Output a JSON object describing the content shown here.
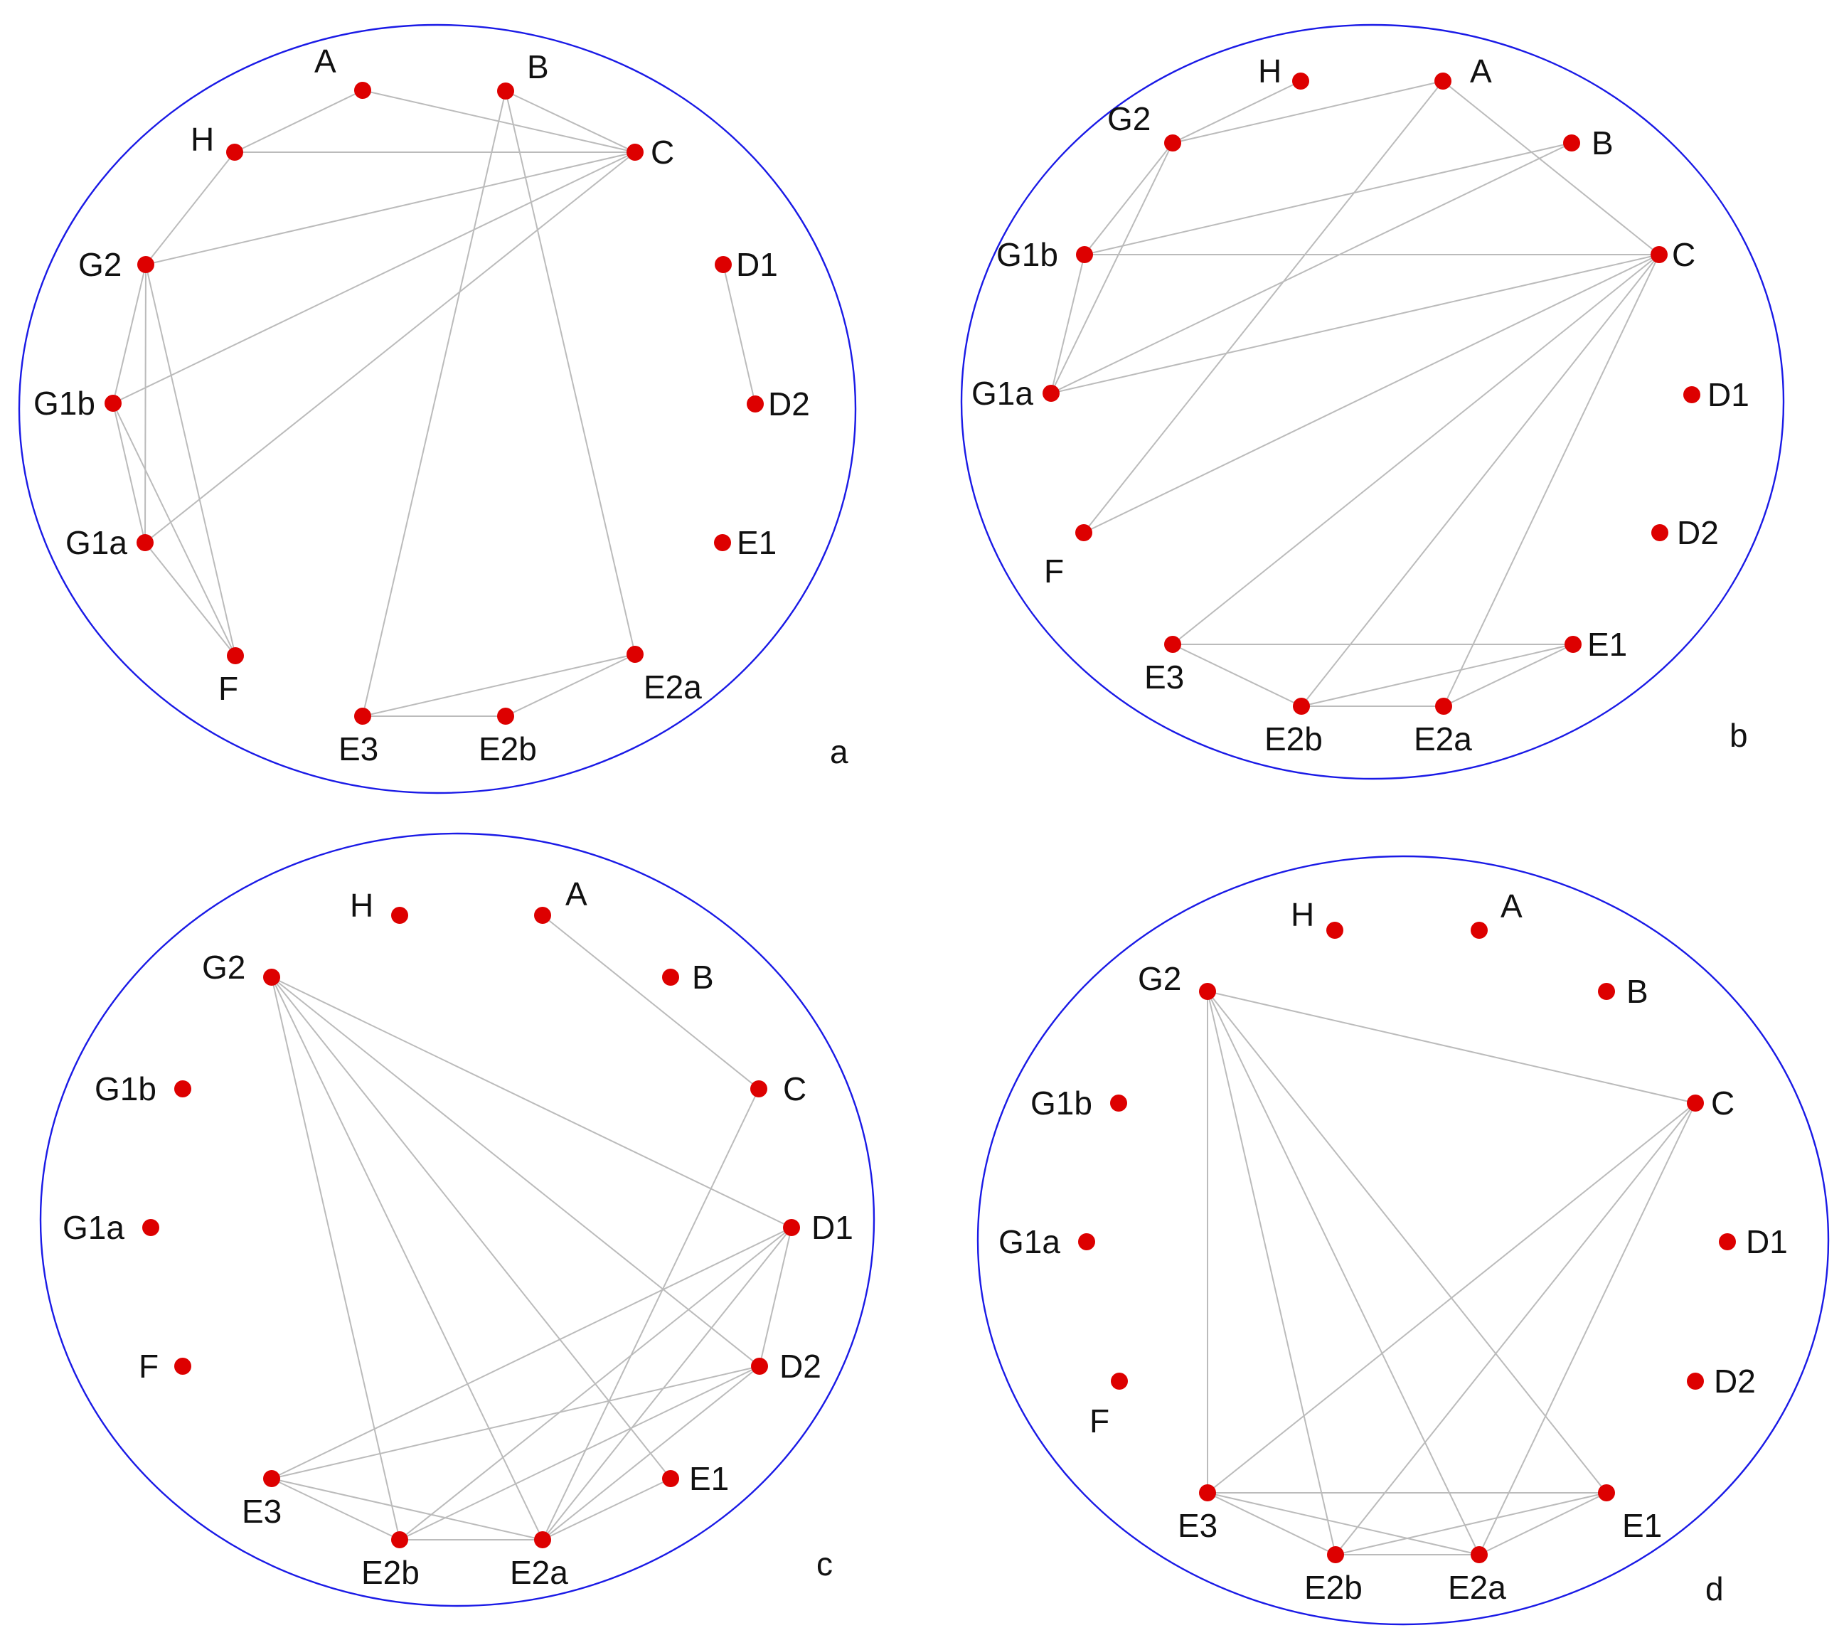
{
  "colors": {
    "node": "#dd0000",
    "edge": "#bbbbbb",
    "circle": "#1a1ae6",
    "text": "#111111"
  },
  "panels": [
    {
      "id": "a",
      "label": "a",
      "nodes": [
        {
          "id": "A",
          "label": "A"
        },
        {
          "id": "B",
          "label": "B"
        },
        {
          "id": "H",
          "label": "H"
        },
        {
          "id": "C",
          "label": "C"
        },
        {
          "id": "G2",
          "label": "G2"
        },
        {
          "id": "D1",
          "label": "D1"
        },
        {
          "id": "G1b",
          "label": "G1b"
        },
        {
          "id": "D2",
          "label": "D2"
        },
        {
          "id": "G1a",
          "label": "G1a"
        },
        {
          "id": "E1",
          "label": "E1"
        },
        {
          "id": "F",
          "label": "F"
        },
        {
          "id": "E2a",
          "label": "E2a"
        },
        {
          "id": "E3",
          "label": "E3"
        },
        {
          "id": "E2b",
          "label": "E2b"
        }
      ],
      "edges": [
        [
          "A",
          "H"
        ],
        [
          "A",
          "C"
        ],
        [
          "H",
          "C"
        ],
        [
          "B",
          "C"
        ],
        [
          "H",
          "G2"
        ],
        [
          "G2",
          "C"
        ],
        [
          "G1b",
          "C"
        ],
        [
          "G1a",
          "C"
        ],
        [
          "B",
          "E3"
        ],
        [
          "B",
          "E2a"
        ],
        [
          "G2",
          "G1b"
        ],
        [
          "G2",
          "G1a"
        ],
        [
          "G2",
          "F"
        ],
        [
          "G1b",
          "G1a"
        ],
        [
          "G1b",
          "F"
        ],
        [
          "G1a",
          "F"
        ],
        [
          "D1",
          "D2"
        ],
        [
          "E3",
          "E2b"
        ],
        [
          "E3",
          "E2a"
        ],
        [
          "E2b",
          "E2a"
        ]
      ]
    },
    {
      "id": "b",
      "label": "b",
      "nodes": [
        {
          "id": "H",
          "label": "H"
        },
        {
          "id": "A",
          "label": "A"
        },
        {
          "id": "G2",
          "label": "G2"
        },
        {
          "id": "B",
          "label": "B"
        },
        {
          "id": "G1b",
          "label": "G1b"
        },
        {
          "id": "C",
          "label": "C"
        },
        {
          "id": "G1a",
          "label": "G1a"
        },
        {
          "id": "D1",
          "label": "D1"
        },
        {
          "id": "F",
          "label": "F"
        },
        {
          "id": "D2",
          "label": "D2"
        },
        {
          "id": "E3",
          "label": "E3"
        },
        {
          "id": "E1",
          "label": "E1"
        },
        {
          "id": "E2b",
          "label": "E2b"
        },
        {
          "id": "E2a",
          "label": "E2a"
        }
      ],
      "edges": [
        [
          "G2",
          "H"
        ],
        [
          "G2",
          "A"
        ],
        [
          "G2",
          "G1b"
        ],
        [
          "G2",
          "G1a"
        ],
        [
          "A",
          "C"
        ],
        [
          "A",
          "F"
        ],
        [
          "B",
          "G1b"
        ],
        [
          "B",
          "G1a"
        ],
        [
          "G1b",
          "C"
        ],
        [
          "G1a",
          "C"
        ],
        [
          "G1b",
          "G1a"
        ],
        [
          "C",
          "F"
        ],
        [
          "C",
          "E3"
        ],
        [
          "C",
          "E2b"
        ],
        [
          "C",
          "E2a"
        ],
        [
          "E3",
          "E1"
        ],
        [
          "E3",
          "E2b"
        ],
        [
          "E2b",
          "E2a"
        ],
        [
          "E2b",
          "E1"
        ],
        [
          "E2a",
          "E1"
        ]
      ]
    },
    {
      "id": "c",
      "label": "c",
      "nodes": [
        {
          "id": "H",
          "label": "H"
        },
        {
          "id": "A",
          "label": "A"
        },
        {
          "id": "G2",
          "label": "G2"
        },
        {
          "id": "B",
          "label": "B"
        },
        {
          "id": "G1b",
          "label": "G1b"
        },
        {
          "id": "C",
          "label": "C"
        },
        {
          "id": "G1a",
          "label": "G1a"
        },
        {
          "id": "D1",
          "label": "D1"
        },
        {
          "id": "F",
          "label": "F"
        },
        {
          "id": "D2",
          "label": "D2"
        },
        {
          "id": "E3",
          "label": "E3"
        },
        {
          "id": "E1",
          "label": "E1"
        },
        {
          "id": "E2b",
          "label": "E2b"
        },
        {
          "id": "E2a",
          "label": "E2a"
        }
      ],
      "edges": [
        [
          "A",
          "C"
        ],
        [
          "G2",
          "D1"
        ],
        [
          "G2",
          "D2"
        ],
        [
          "G2",
          "E1"
        ],
        [
          "G2",
          "E2a"
        ],
        [
          "G2",
          "E2b"
        ],
        [
          "C",
          "E2a"
        ],
        [
          "D1",
          "E3"
        ],
        [
          "D1",
          "E2b"
        ],
        [
          "D1",
          "E2a"
        ],
        [
          "D1",
          "D2"
        ],
        [
          "D2",
          "E3"
        ],
        [
          "D2",
          "E2b"
        ],
        [
          "D2",
          "E2a"
        ],
        [
          "E3",
          "E2b"
        ],
        [
          "E3",
          "E2a"
        ],
        [
          "E2b",
          "E2a"
        ],
        [
          "E2a",
          "E1"
        ]
      ]
    },
    {
      "id": "d",
      "label": "d",
      "nodes": [
        {
          "id": "H",
          "label": "H"
        },
        {
          "id": "A",
          "label": "A"
        },
        {
          "id": "G2",
          "label": "G2"
        },
        {
          "id": "B",
          "label": "B"
        },
        {
          "id": "G1b",
          "label": "G1b"
        },
        {
          "id": "C",
          "label": "C"
        },
        {
          "id": "G1a",
          "label": "G1a"
        },
        {
          "id": "D1",
          "label": "D1"
        },
        {
          "id": "D2",
          "label": "D2"
        },
        {
          "id": "F",
          "label": "F"
        },
        {
          "id": "E3",
          "label": "E3"
        },
        {
          "id": "E1",
          "label": "E1"
        },
        {
          "id": "E2b",
          "label": "E2b"
        },
        {
          "id": "E2a",
          "label": "E2a"
        }
      ],
      "edges": [
        [
          "G2",
          "C"
        ],
        [
          "G2",
          "E3"
        ],
        [
          "G2",
          "E2b"
        ],
        [
          "G2",
          "E2a"
        ],
        [
          "G2",
          "E1"
        ],
        [
          "C",
          "E3"
        ],
        [
          "C",
          "E2b"
        ],
        [
          "C",
          "E2a"
        ],
        [
          "E3",
          "E1"
        ],
        [
          "E3",
          "E2b"
        ],
        [
          "E3",
          "E2a"
        ],
        [
          "E2b",
          "E2a"
        ],
        [
          "E2b",
          "E1"
        ],
        [
          "E2a",
          "E1"
        ]
      ]
    }
  ]
}
